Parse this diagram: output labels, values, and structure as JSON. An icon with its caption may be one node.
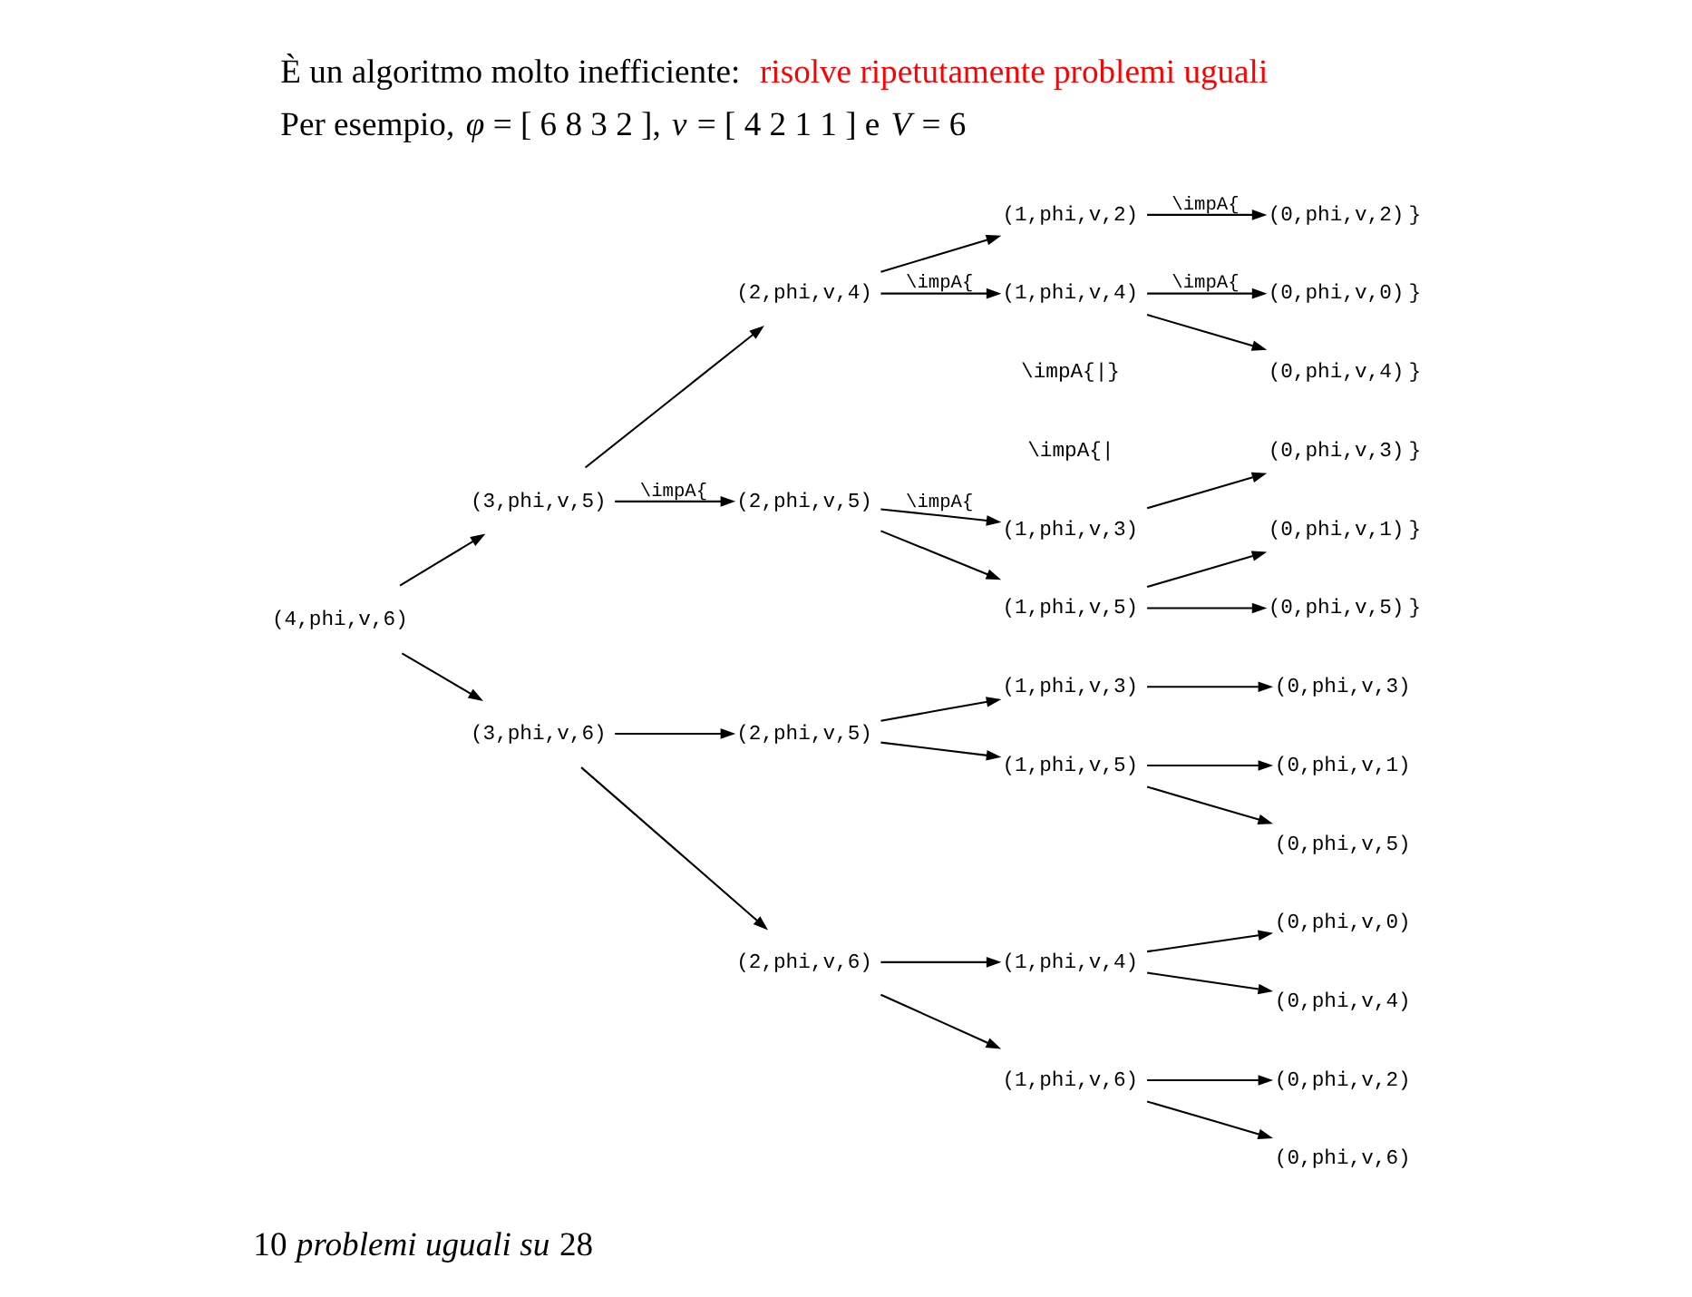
{
  "diagram": {
    "caption": "10 *problemi uguali su* 28",
    "nodes": [
      {
        "text": [
          "(4,phi,v,6)"
        ]
      },
      {
        "text": [
          "(3,phi,v,6)"
        ]
      },
      {
        "text": [
          "(2,phi,v,6)"
        ]
      },
      {
        "text": [
          "(1,phi,v,6)"
        ]
      },
      {
        "text": [
          "(0,phi,v,6)"
        ]
      },
      {
        "text": [
          "(0,phi,v,2)"
        ]
      },
      {
        "text": [
          "(1,phi,v,4)"
        ]
      },
      {
        "text": [
          "(0,phi,v,4)"
        ]
      },
      {
        "text": [
          "(0,phi,v,0)"
        ]
      },
      {
        "text": [
          "(2,phi,v,5)"
        ]
      },
      {
        "text": [
          "(1,phi,v,5)"
        ]
      },
      {
        "text": [
          "(0,phi,v,5)"
        ]
      },
      {
        "text": [
          "(0,phi,v,1)"
        ]
      },
      {
        "text": [
          "(1,phi,v,3)"
        ]
      },
      {
        "text": [
          "(0,phi,v,3)"
        ]
      },
      {
        "text": [
          "(3,phi,v,5)"
        ]
      },
      {
        "text": [
          "(2,phi,v,5)"
        ]
      },
      {
        "text": [
          "(1,phi,v,5)"
        ]
      },
      {
        "text": [
          "(0,phi,v,5)"
        ],
        "beside": [
          "}"
        ]
      },
      {
        "text": [
          "(0,phi,v,1)"
        ],
        "beside": [
          "}"
        ]
      },
      {
        "text": [
          "(1,phi,v,3)"
        ]
      },
      {
        "text": [
          "(0,phi,v,3)"
        ],
        "beside": [
          "}"
        ]
      },
      {
        "text": [
          "(2,phi,v,4)"
        ]
      },
      {
        "text": [
          "(1,phi,v,4)"
        ]
      },
      {
        "text": [
          "(0,phi,v,4)"
        ],
        "beside": [
          "}"
        ]
      },
      {
        "text": [
          "(0,phi,v,0)"
        ],
        "beside": [
          "}"
        ]
      },
      {
        "text": [
          "(1,phi,v,2)"
        ]
      },
      {
        "text": [
          "(0,phi,v,2)"
        ],
        "beside": [
          "}"
        ]
      }
    ],
    "edges": [
      {
        "from": 0,
        "to": 1,
        "arrow": "to"
      },
      {
        "from": 1,
        "to": 2,
        "arrow": "to"
      },
      {
        "from": 2,
        "to": 3,
        "arrow": "to"
      },
      {
        "from": 3,
        "to": 4,
        "arrow": "to"
      },
      {
        "from": 3,
        "to": 5,
        "arrow": "to"
      },
      {
        "from": 2,
        "to": 6,
        "arrow": "to"
      },
      {
        "from": 6,
        "to": 7,
        "arrow": "to"
      },
      {
        "from": 6,
        "to": 8,
        "arrow": "to"
      },
      {
        "from": 1,
        "to": 9,
        "arrow": "to"
      },
      {
        "from": 9,
        "to": 10,
        "arrow": "to"
      },
      {
        "from": 10,
        "to": 11,
        "arrow": "to"
      },
      {
        "from": 10,
        "to": 12,
        "arrow": "to"
      },
      {
        "from": 9,
        "to": 13,
        "arrow": "to"
      },
      {
        "from": 13,
        "to": 14,
        "arrow": "to"
      },
      {
        "from": 0,
        "to": 15,
        "arrow": "to"
      },
      {
        "from": 15,
        "to": 16,
        "arrow": "to",
        "label": "\\impA{"
      },
      {
        "from": 16,
        "to": 17,
        "arrow": "to"
      },
      {
        "from": 17,
        "to": 18,
        "arrow": "to"
      },
      {
        "from": 17,
        "to": 19,
        "arrow": "to"
      },
      {
        "from": 16,
        "to": 20,
        "arrow": "to",
        "label": "\\impA{"
      },
      {
        "from": 20,
        "to": 21,
        "arrow": "to"
      },
      {
        "from": 15,
        "to": 22,
        "arrow": "to"
      },
      {
        "from": 22,
        "to": 23,
        "arrow": "to",
        "label": "\\impA{"
      },
      {
        "from": 23,
        "to": 24,
        "arrow": "to"
      },
      {
        "from": 23,
        "to": 25,
        "arrow": "to",
        "label": "\\impA{"
      },
      {
        "from": 22,
        "to": 26,
        "arrow": "to"
      },
      {
        "from": 26,
        "to": 27,
        "arrow": "to",
        "label": "\\impA{"
      }
    ],
    "labels": [
      "È un algoritmo molto inefficiente:",
      "risolve ripetutamente problemi uguali",
      "Per esempio, *φ* = [ 6 8 3 2 ], *v* = [ 4 2 1 1 ] e *V* = 6",
      "\\impA{|",
      "\\impA{|}"
    ]
  }
}
